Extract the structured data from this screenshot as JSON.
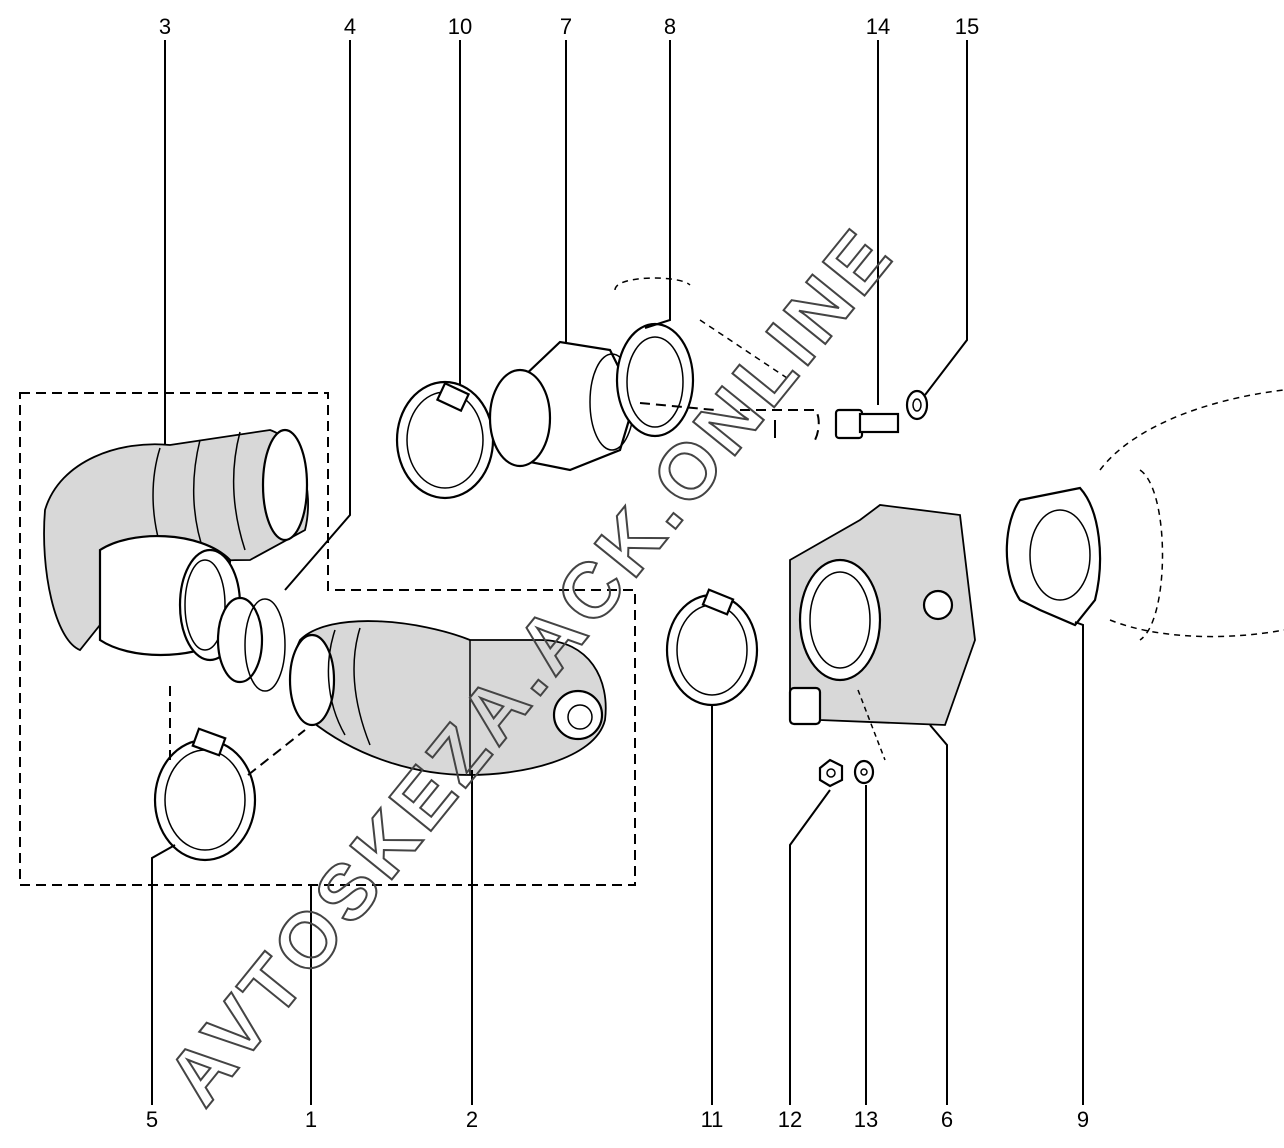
{
  "diagram": {
    "callouts_top": [
      {
        "id": "3"
      },
      {
        "id": "4"
      },
      {
        "id": "10"
      },
      {
        "id": "7"
      },
      {
        "id": "8"
      },
      {
        "id": "14"
      },
      {
        "id": "15"
      }
    ],
    "callouts_bottom": [
      {
        "id": "5"
      },
      {
        "id": "1"
      },
      {
        "id": "2"
      },
      {
        "id": "11"
      },
      {
        "id": "12"
      },
      {
        "id": "13"
      },
      {
        "id": "6"
      },
      {
        "id": "9"
      }
    ]
  },
  "watermark": "AVTOSKEZA.ACK.ONLINE"
}
